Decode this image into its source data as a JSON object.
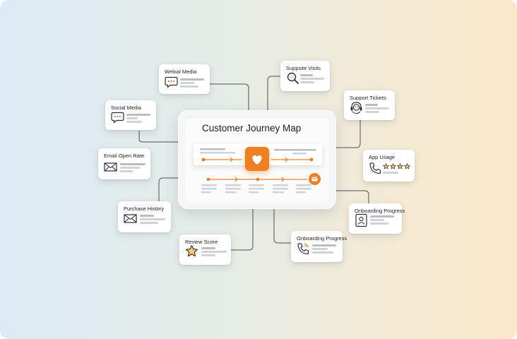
{
  "diagram": {
    "title": "Customer Journey Map",
    "accent_color": "#f07f22",
    "center_icons": [
      "heart-icon",
      "mail-icon"
    ],
    "nodes": [
      {
        "id": "webial-media",
        "label": "Webial Media",
        "icon": "chat-icon"
      },
      {
        "id": "social-media",
        "label": "Social Media",
        "icon": "chat-icon"
      },
      {
        "id": "email-open-rate",
        "label": "Email Open Rate",
        "icon": "envelope-icon"
      },
      {
        "id": "purchase-history",
        "label": "Purchase History",
        "icon": "envelope-icon"
      },
      {
        "id": "review-score",
        "label": "Review Score",
        "icon": "star-icon"
      },
      {
        "id": "suppsite-visits",
        "label": "Suppsite Visits",
        "icon": "magnifier-icon"
      },
      {
        "id": "support-tickets",
        "label": "Support Tickets",
        "icon": "headset-icon"
      },
      {
        "id": "app-usage",
        "label": "App Usage",
        "icon": "phone-icon",
        "rating": 4
      },
      {
        "id": "onboarding-progress-right",
        "label": "Onboarding Progress",
        "icon": "id-card-icon"
      },
      {
        "id": "onboarding-progress-bottom",
        "label": "Onboarding Progress",
        "icon": "phone-ring-icon"
      }
    ]
  }
}
